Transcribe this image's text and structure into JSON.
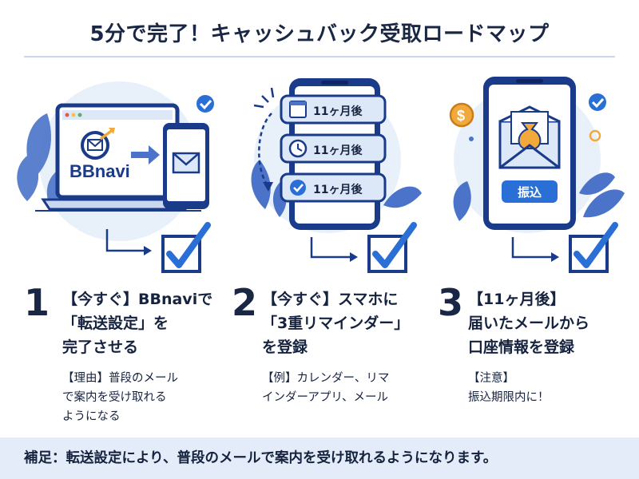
{
  "title": "5分で完了！キャッシュバック受取ロードマップ",
  "steps": [
    {
      "number": "1",
      "heading_lines": [
        "【今すぐ】BBnaviで",
        "「転送設定」を",
        "完了させる"
      ],
      "note_lines": [
        "【理由】普段のメール",
        "で案内を受け取れる",
        "ようになる"
      ],
      "logo_text": "BBnavi"
    },
    {
      "number": "2",
      "heading_lines": [
        "【今すぐ】スマホに",
        "「3重リマインダー」",
        "を登録"
      ],
      "note_lines": [
        "【例】カレンダー、リマ",
        "インダーアプリ、メール"
      ],
      "reminders": [
        "11ヶ月後",
        "11ヶ月後",
        "11ヶ月後"
      ]
    },
    {
      "number": "3",
      "heading_lines": [
        "【11ヶ月後】",
        "届いたメールから",
        "口座情報を登録"
      ],
      "note_lines": [
        "【注意】",
        "振込期限内に！"
      ],
      "button_label": "振込",
      "coin_symbol": "$"
    }
  ],
  "footer": "補足：転送設定により、普段のメールで案内を受け取れるようになります。",
  "colors": {
    "navy": "#1a3a8a",
    "accent_blue": "#2a6fd6",
    "light_blue": "#dce8f7",
    "leaf_blue": "#4a73c9",
    "gold": "#f2a93b"
  }
}
